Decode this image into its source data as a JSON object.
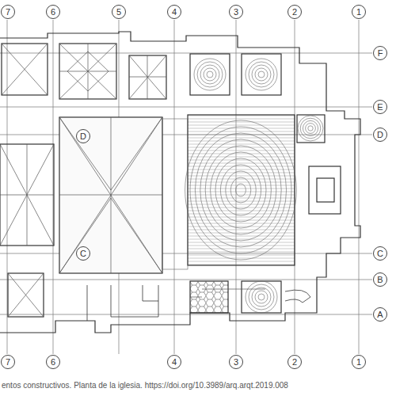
{
  "diagram": {
    "caption": "entos constructivos. Planta de la iglesia. https://doi.org/10.3989/arq.arqt.2019.008",
    "nodes": [
      {
        "text": [
          "7"
        ]
      },
      {
        "text": [
          "6"
        ]
      },
      {
        "text": [
          "5"
        ]
      },
      {
        "text": [
          "4"
        ]
      },
      {
        "text": [
          "3"
        ]
      },
      {
        "text": [
          "2"
        ]
      },
      {
        "text": [
          "1"
        ]
      },
      {
        "text": [
          "F"
        ]
      },
      {
        "text": [
          "E"
        ]
      },
      {
        "text": [
          "D"
        ]
      },
      {
        "text": [
          "D"
        ]
      },
      {
        "text": [
          "C"
        ]
      },
      {
        "text": [
          "C"
        ]
      },
      {
        "text": [
          "B"
        ]
      },
      {
        "text": [
          "A"
        ]
      },
      {
        "text": [
          "7"
        ]
      },
      {
        "text": [
          "6"
        ]
      },
      {
        "text": [
          "4"
        ]
      },
      {
        "text": [
          "3"
        ]
      },
      {
        "text": [
          "2"
        ]
      },
      {
        "text": [
          "1"
        ]
      }
    ]
  }
}
